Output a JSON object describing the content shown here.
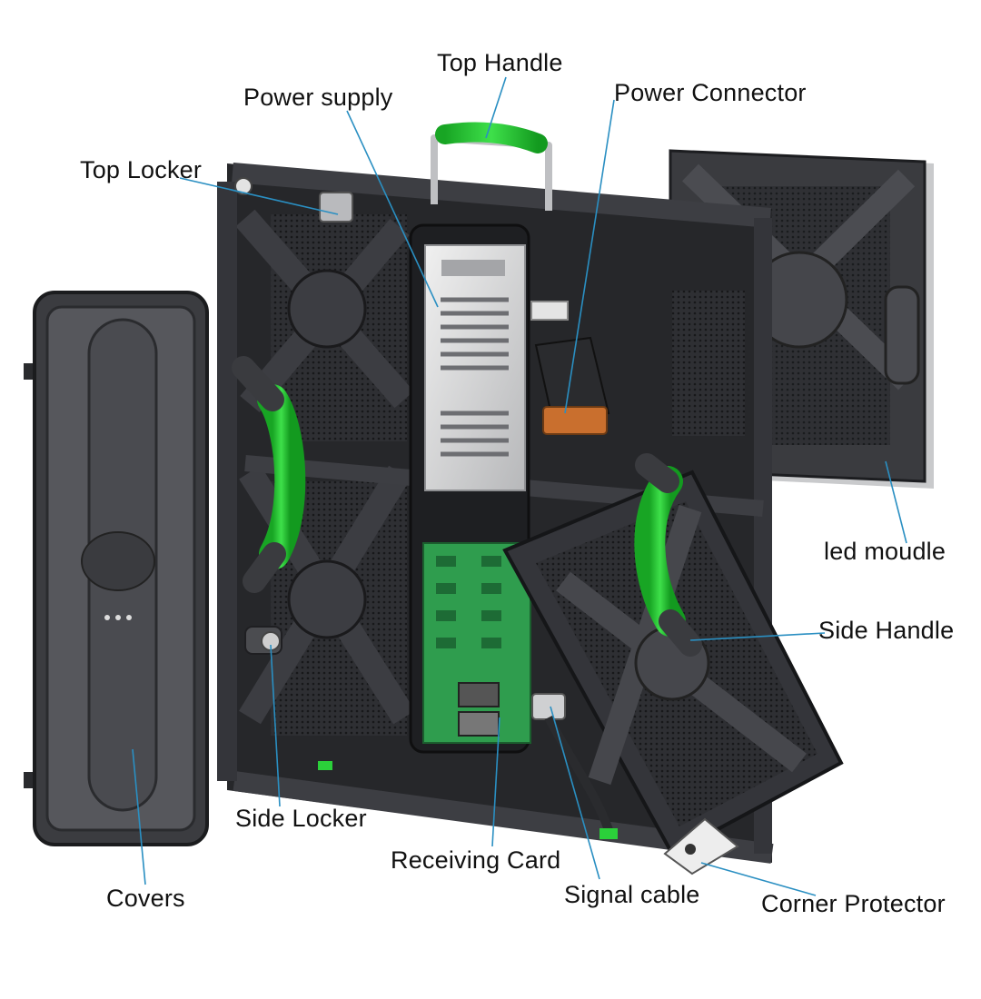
{
  "labels": {
    "top_handle": "Top Handle",
    "power_supply": "Power supply",
    "power_connector": "Power Connector",
    "top_locker": "Top Locker",
    "led_module": "led moudle",
    "side_handle": "Side Handle",
    "side_locker": "Side Locker",
    "receiving_card": "Receiving Card",
    "signal_cable": "Signal cable",
    "covers": "Covers",
    "corner_protector": "Corner Protector"
  },
  "colors": {
    "leader_line": "#2a8fc2",
    "handle_green": "#1fc22a",
    "cabinet_dark": "#2b2c2f",
    "pcb_green": "#2f9d4e",
    "psu_silver": "#d9dadc"
  }
}
